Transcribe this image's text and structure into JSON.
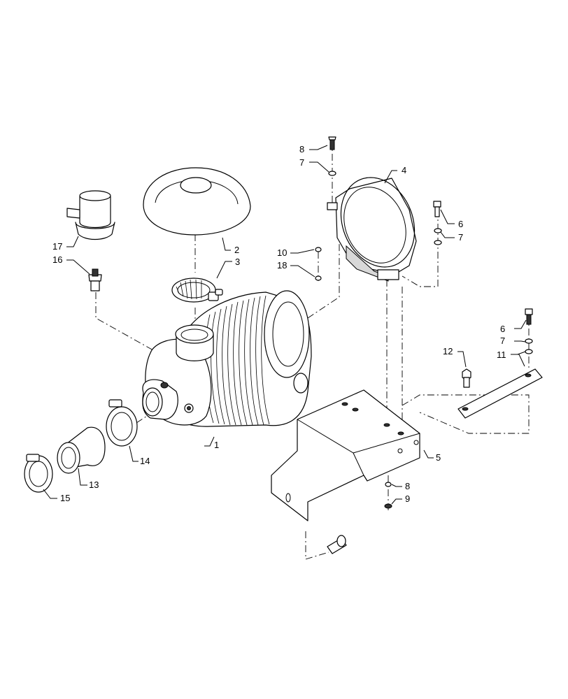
{
  "callouts": [
    {
      "id": "c1",
      "text": "1"
    },
    {
      "id": "c2",
      "text": "2"
    },
    {
      "id": "c3",
      "text": "3"
    },
    {
      "id": "c4",
      "text": "4"
    },
    {
      "id": "c5",
      "text": "5"
    },
    {
      "id": "c6a",
      "text": "6"
    },
    {
      "id": "c6b",
      "text": "6"
    },
    {
      "id": "c7a",
      "text": "7"
    },
    {
      "id": "c7b",
      "text": "7"
    },
    {
      "id": "c7c",
      "text": "7"
    },
    {
      "id": "c8a",
      "text": "8"
    },
    {
      "id": "c8b",
      "text": "8"
    },
    {
      "id": "c9",
      "text": "9"
    },
    {
      "id": "c10",
      "text": "10"
    },
    {
      "id": "c11",
      "text": "11"
    },
    {
      "id": "c12",
      "text": "12"
    },
    {
      "id": "c13",
      "text": "13"
    },
    {
      "id": "c14",
      "text": "14"
    },
    {
      "id": "c15",
      "text": "15"
    },
    {
      "id": "c16",
      "text": "16"
    },
    {
      "id": "c17",
      "text": "17"
    },
    {
      "id": "c18",
      "text": "18"
    }
  ]
}
